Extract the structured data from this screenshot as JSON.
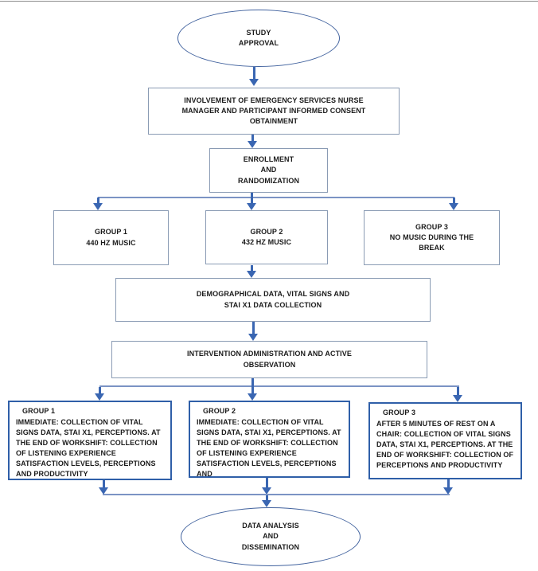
{
  "colors": {
    "arrow": "#3a66b2",
    "branch_line": "#7b93c4",
    "rect_border": "#8a9bb4",
    "outcome_border": "#2f5fa8",
    "ellipse_border": "#41629e",
    "text": "#1b1b1b",
    "background": "#ffffff"
  },
  "nodes": {
    "study_approval": {
      "label": "STUDY\nAPPROVAL"
    },
    "consent": {
      "label": "INVOLVEMENT OF EMERGENCY SERVICES NURSE\nMANAGER AND PARTICIPANT INFORMED CONSENT\nOBTAINMENT"
    },
    "enrollment": {
      "label": "ENROLLMENT\nAND\nRANDOMIZATION"
    },
    "group1": {
      "label": "GROUP 1\n440 HZ MUSIC"
    },
    "group2": {
      "label": "GROUP 2\n432 HZ MUSIC"
    },
    "group3": {
      "label": "GROUP 3\nNO MUSIC DURING THE\nBREAK"
    },
    "data_collection": {
      "label": "DEMOGRAPHICAL DATA, VITAL SIGNS AND\nSTAI X1 DATA COLLECTION"
    },
    "intervention": {
      "label": "INTERVENTION ADMINISTRATION AND ACTIVE\nOBSERVATION"
    },
    "group1_outcomes": {
      "title": "GROUP 1",
      "body": "IMMEDIATE: COLLECTION OF VITAL SIGNS DATA, STAI X1, PERCEPTIONS. AT THE END OF WORKSHIFT: COLLECTION OF LISTENING EXPERIENCE SATISFACTION LEVELS, PERCEPTIONS AND PRODUCTIVITY"
    },
    "group2_outcomes": {
      "title": "GROUP 2",
      "body": "IMMEDIATE: COLLECTION OF VITAL SIGNS DATA, STAI X1, PERCEPTIONS. AT THE END OF WORKSHIFT: COLLECTION OF LISTENING EXPERIENCE SATISFACTION LEVELS, PERCEPTIONS AND"
    },
    "group3_outcomes": {
      "title": "GROUP 3",
      "body": "AFTER 5 MINUTES OF REST ON A CHAIR: COLLECTION OF VITAL SIGNS DATA, STAI X1, PERCEPTIONS. AT THE END OF WORKSHIFT: COLLECTION OF PERCEPTIONS AND PRODUCTIVITY"
    },
    "data_analysis": {
      "label": "DATA ANALYSIS\nAND\nDISSEMINATION"
    }
  }
}
